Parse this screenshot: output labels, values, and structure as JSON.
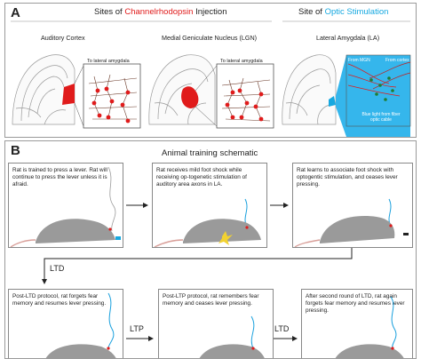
{
  "panelA": {
    "letter": "A",
    "title_prefix": "Sites of ",
    "title_highlight": "Channelrhodopsin",
    "title_suffix": " Injection",
    "site2_prefix": "Site of ",
    "site2_highlight": "Optic Stimulation",
    "regions": [
      {
        "label": "Auditory Cortex",
        "inset_label": "To lateral amygdala"
      },
      {
        "label": "Medial Geniculate Nucleus (LGN)",
        "inset_label": "To lateral amygdala"
      },
      {
        "label": "Lateral Amygdala (LA)"
      }
    ],
    "la_inset": {
      "from_mgn": "From MGN",
      "from_cortex": "From cortex",
      "light_label": "Blue light from fiber optic cable"
    },
    "colors": {
      "injection": "#e01b1b",
      "optic": "#15a8e0",
      "blue_light": "#35b6ec"
    }
  },
  "panelB": {
    "letter": "B",
    "title": "Animal training schematic",
    "boxes": [
      {
        "text": "Rat is trained to press a lever. Rat will continue to press the lever unless it is afraid."
      },
      {
        "text": "Rat receives mild foot shock while receiving op-togenetic stimulation of auditory area axons in LA."
      },
      {
        "text": "Rat learns to associate foot shock with optogentic stimulation, and ceases lever pressing."
      },
      {
        "text": "Post-LTD protocol, rat forgets fear memory and resumes lever pressing."
      },
      {
        "text": "Post-LTP protocol, rat remembers fear memory and ceases lever pressing."
      },
      {
        "text": "After second round of LTD, rat again forgets fear memory and resumes lever pressing."
      }
    ],
    "arrow_labels": {
      "ltd1": "LTD",
      "ltp": "LTP",
      "ltd2": "LTD"
    },
    "colors": {
      "rat_body": "#9a9a9a",
      "fiber": "#1aa0dd",
      "tail": "#d9a09a",
      "shock": "#f2d230"
    }
  }
}
